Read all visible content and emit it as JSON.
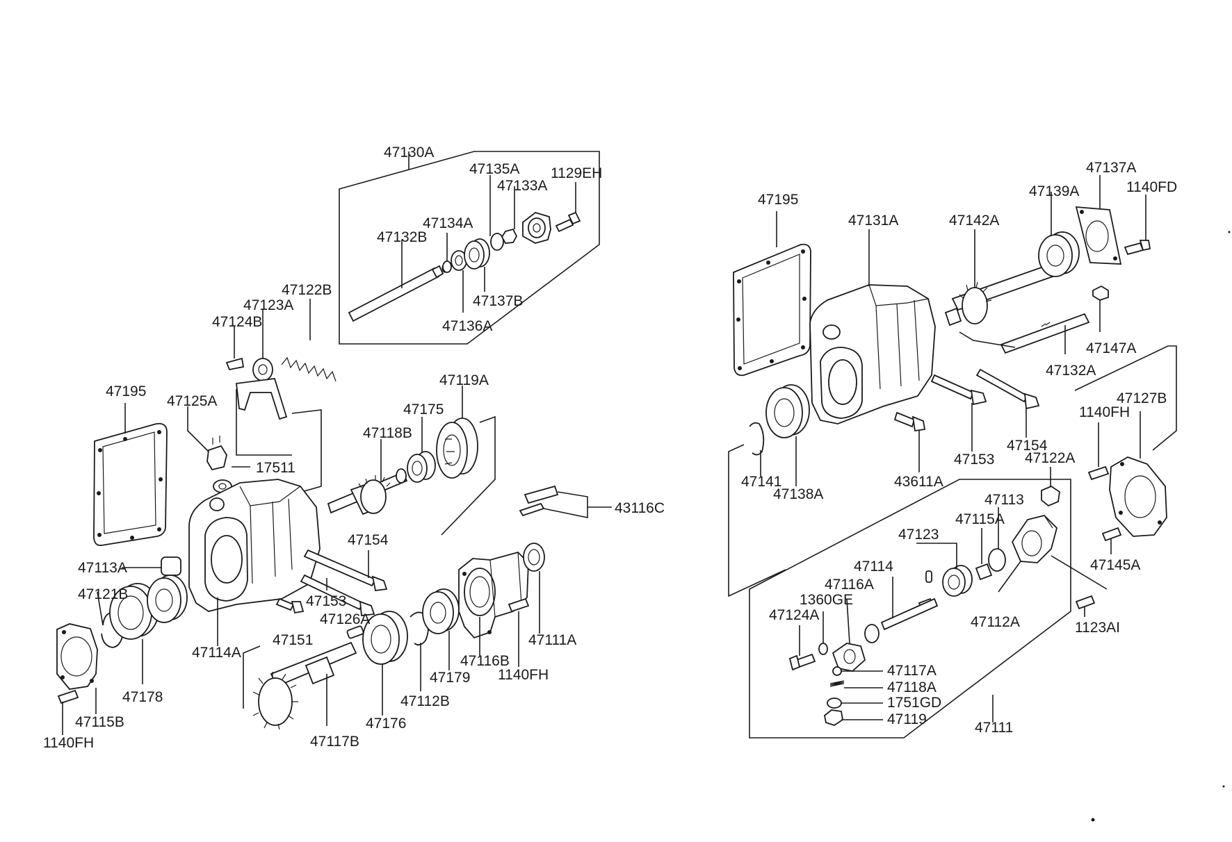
{
  "labels": {
    "p47130A": "47130A",
    "p47135A": "47135A",
    "p1129EH": "1129EH",
    "p47133A": "47133A",
    "p47134A": "47134A",
    "p47132B": "47132B",
    "p47137B": "47137B",
    "p47136A": "47136A",
    "p47122B": "47122B",
    "p47123A": "47123A",
    "p47124B": "47124B",
    "p47195L": "47195",
    "p47125A": "47125A",
    "p17511": "17511",
    "p47119A": "47119A",
    "p47175": "47175",
    "p47118B": "47118B",
    "p43116C": "43116C",
    "p47154L": "47154",
    "p47113A": "47113A",
    "p47121B": "47121B",
    "p47153L": "47153",
    "p47126A": "47126A",
    "p47151": "47151",
    "p47114A": "47114A",
    "p47178": "47178",
    "p47115B": "47115B",
    "p1140FHL": "1140FH",
    "p47117B": "47117B",
    "p47176": "47176",
    "p47112B": "47112B",
    "p47179": "47179",
    "p47116B": "47116B",
    "p1140FHM": "1140FH",
    "p47111A": "47111A",
    "p47195R": "47195",
    "p47131A": "47131A",
    "p47142A": "47142A",
    "p47139A": "47139A",
    "p47137A": "47137A",
    "p1140FD": "1140FD",
    "p47147A": "47147A",
    "p47132A": "47132A",
    "p47127B": "47127B",
    "p1140FHR": "1140FH",
    "p47153R": "47153",
    "p47154R": "47154",
    "p47122A": "47122A",
    "p47141": "47141",
    "p47138A": "47138A",
    "p43611A": "43611A",
    "p47113": "47113",
    "p47115A": "47115A",
    "p47123": "47123",
    "p47114": "47114",
    "p47116A": "47116A",
    "p1360GE": "1360GE",
    "p47124A": "47124A",
    "p47112A": "47112A",
    "p47145A": "47145A",
    "p1123AI": "1123AI",
    "p47117A": "47117A",
    "p47118A": "47118A",
    "p1751GD": "1751GD",
    "p47119": "47119",
    "p47111": "47111"
  }
}
